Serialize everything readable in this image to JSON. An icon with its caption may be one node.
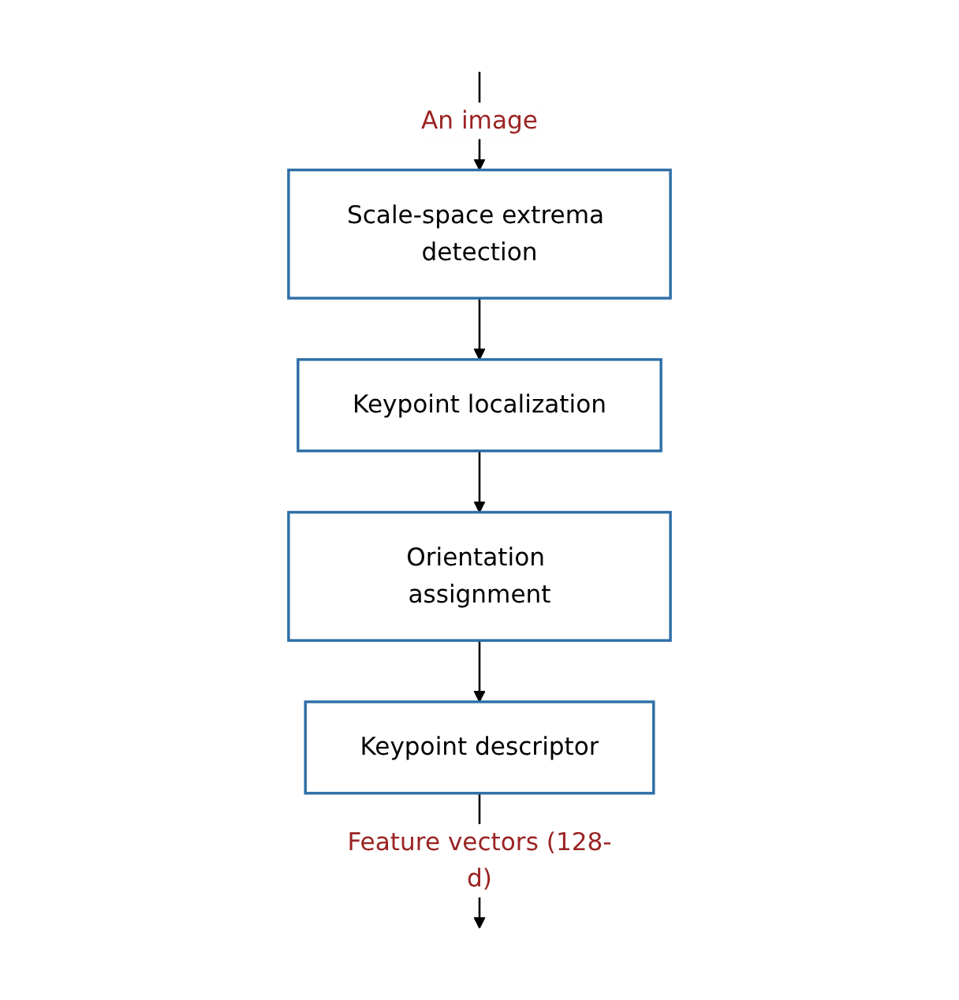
{
  "diagram": {
    "nodes": [
      {
        "text": [
          "Scale-space extrema detection"
        ]
      },
      {
        "text": [
          "Keypoint localization"
        ]
      },
      {
        "text": [
          "Orientation assignment"
        ]
      },
      {
        "text": [
          "Keypoint descriptor"
        ]
      }
    ],
    "edges": [
      {
        "from": null,
        "to": 0,
        "arrow": "to",
        "label": "An image"
      },
      {
        "from": 0,
        "to": 1,
        "arrow": "to"
      },
      {
        "from": 1,
        "to": 2,
        "arrow": "to"
      },
      {
        "from": 2,
        "to": 3,
        "arrow": "to"
      },
      {
        "from": 3,
        "to": null,
        "arrow": "to",
        "label": "Feature vectors (128-d)"
      }
    ]
  }
}
